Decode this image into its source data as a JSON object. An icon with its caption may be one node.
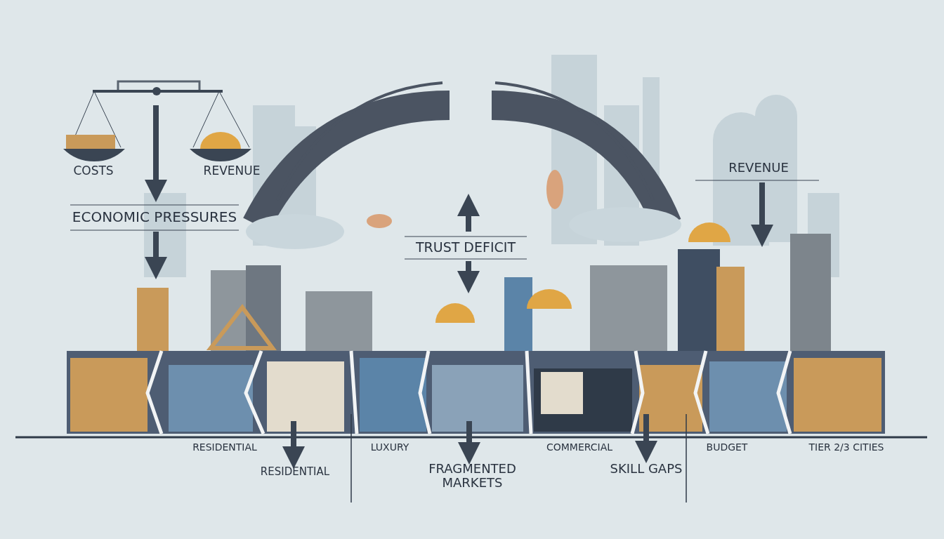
{
  "diagram": {
    "labels": [
      "COSTS",
      "REVENUE",
      "REVENUE",
      "ECONOMIC PRESSURES",
      "TRUST DEFICIT",
      "RESIDENTIAL",
      "LUXURY",
      "COMMERCIAL",
      "BUDGET",
      "TIER 2/3 CITIES",
      "RESIDENTIAL",
      "FRAGMENTED MARKETS",
      "SKILL GAPS"
    ]
  }
}
